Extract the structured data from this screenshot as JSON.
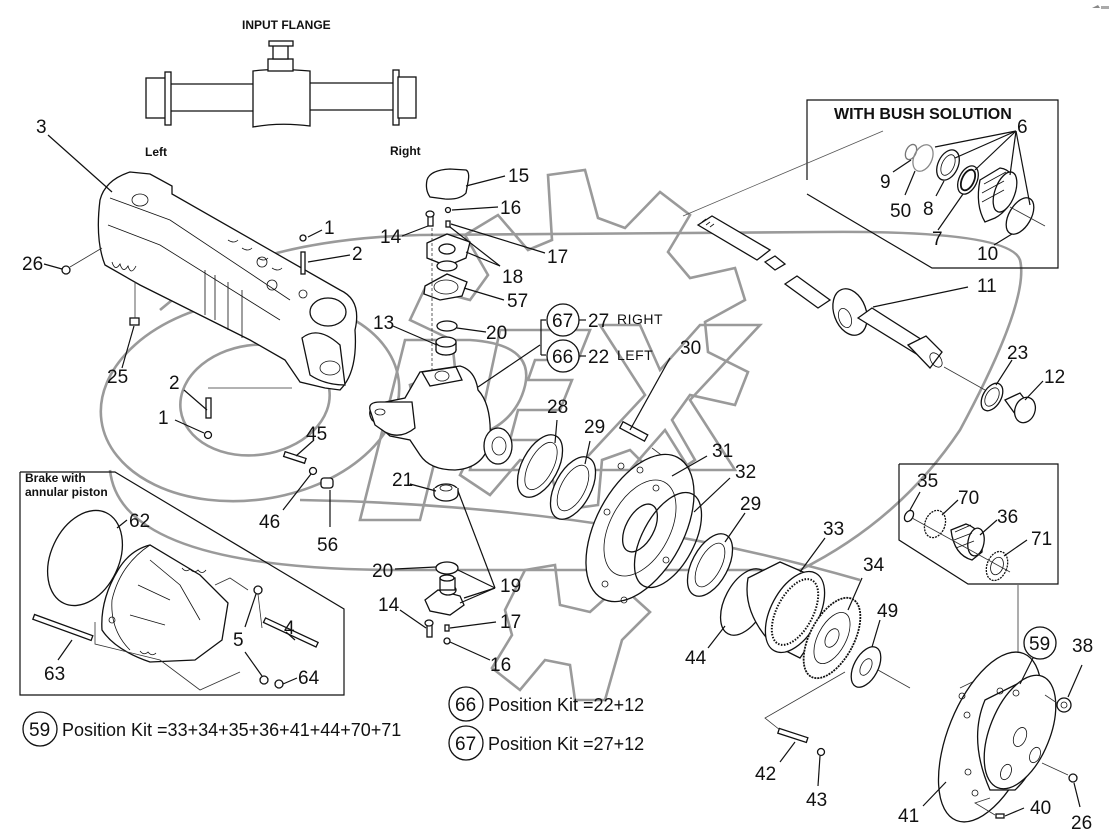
{
  "diagram": {
    "watermark_text": "OPEX",
    "corner_mark": " —",
    "inset_input_flange": {
      "title": "INPUT FLANGE",
      "left_label": "Left",
      "right_label": "Right"
    },
    "inset_bush": {
      "title": "WITH BUSH SOLUTION"
    },
    "inset_brake": {
      "title_line1": "Brake with",
      "title_line2": "annular piston"
    },
    "callout_right": {
      "kit": "67",
      "part": "27",
      "side": "RIGHT"
    },
    "callout_left": {
      "kit": "66",
      "part": "22",
      "side": "LEFT"
    },
    "kits": [
      {
        "id": "59",
        "text": "Position Kit =33+34+35+36+41+44+70+71"
      },
      {
        "id": "66",
        "text": "Position Kit =22+12"
      },
      {
        "id": "67",
        "text": "Position Kit =27+12"
      }
    ],
    "circled_59": "59",
    "labels": {
      "p3": "3",
      "p26a": "26",
      "p25": "25",
      "p1a": "1",
      "p2a": "2",
      "p2b": "2",
      "p1b": "1",
      "p15": "15",
      "p16a": "16",
      "p14a": "14",
      "p17a": "17",
      "p18": "18",
      "p57": "57",
      "p13": "13",
      "p20a": "20",
      "p45": "45",
      "p46": "46",
      "p56": "56",
      "p21": "21",
      "p20b": "20",
      "p19": "19",
      "p14b": "14",
      "p17b": "17",
      "p16b": "16",
      "p28": "28",
      "p29a": "29",
      "p30": "30",
      "p31": "31",
      "p32": "32",
      "p29b": "29",
      "p33": "33",
      "p34": "34",
      "p49": "49",
      "p44": "44",
      "p42": "42",
      "p43": "43",
      "p6": "6",
      "p9": "9",
      "p50": "50",
      "p8": "8",
      "p7": "7",
      "p10": "10",
      "p11": "11",
      "p23": "23",
      "p12": "12",
      "p35": "35",
      "p70": "70",
      "p36": "36",
      "p71": "71",
      "p38": "38",
      "p41": "41",
      "p40": "40",
      "p26b": "26",
      "p62": "62",
      "p63": "63",
      "p5": "5",
      "p4": "4",
      "p64": "64"
    }
  }
}
